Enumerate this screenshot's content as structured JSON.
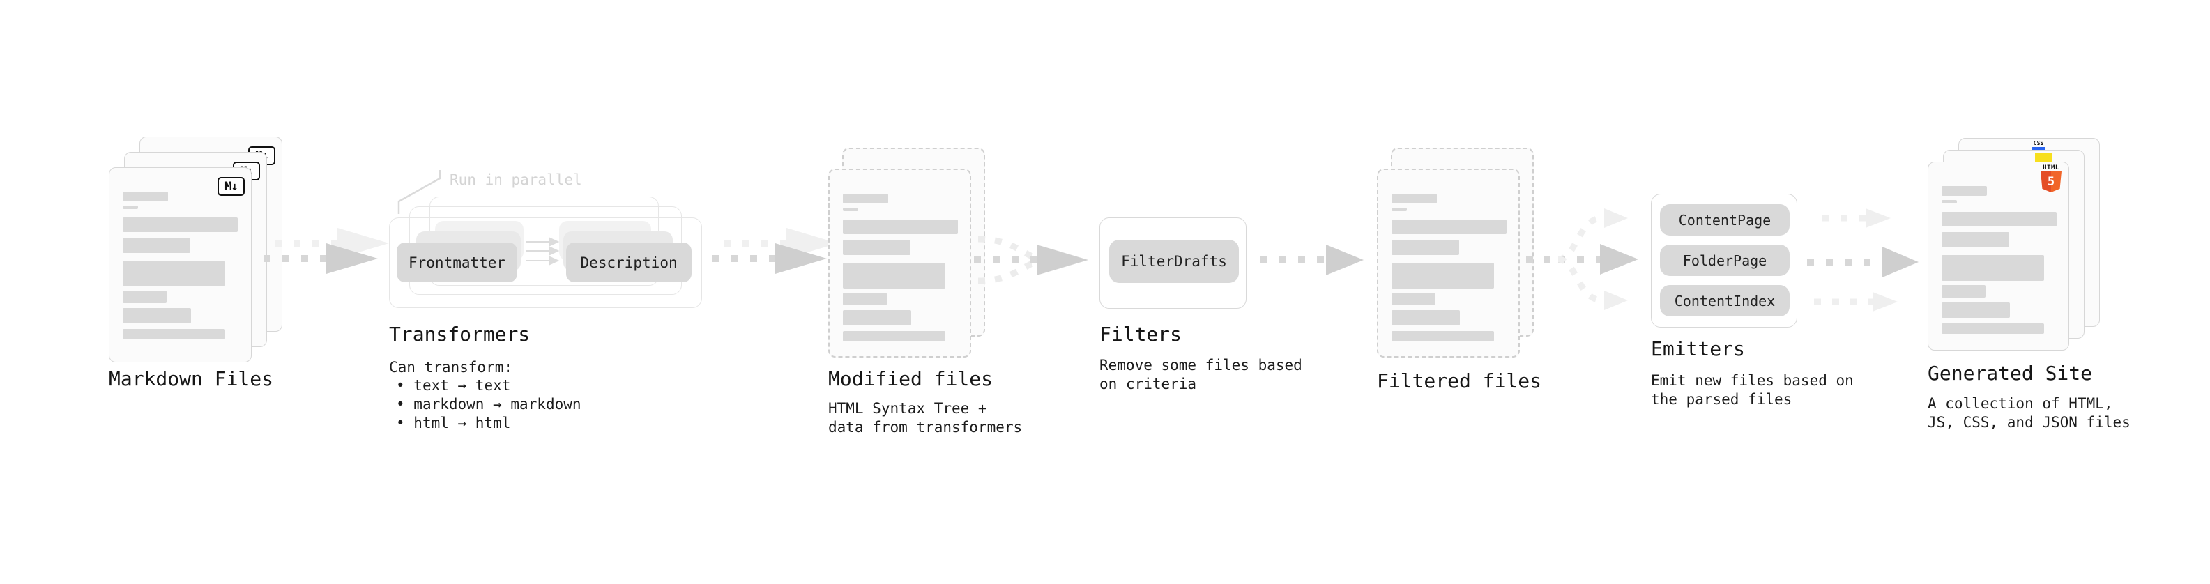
{
  "markdown": {
    "label": "Markdown Files",
    "badge": "M↓"
  },
  "transformers": {
    "annotation": "Run in parallel",
    "box1": "Frontmatter",
    "box2": "Description",
    "label": "Transformers",
    "desc_title": "Can transform:",
    "bullets": [
      "text → text",
      "markdown → markdown",
      "html → html"
    ]
  },
  "modified": {
    "label": "Modified files",
    "desc": [
      "HTML Syntax Tree +",
      "data from transformers"
    ]
  },
  "filters": {
    "label": "Filters",
    "box": "FilterDrafts",
    "desc": [
      "Remove some files based",
      "on criteria"
    ]
  },
  "filtered": {
    "label": "Filtered files"
  },
  "emitters": {
    "label": "Emitters",
    "boxes": [
      "ContentPage",
      "FolderPage",
      "ContentIndex"
    ],
    "desc": [
      "Emit new files based on",
      "the parsed files"
    ]
  },
  "generated": {
    "label": "Generated Site",
    "desc": [
      "A collection of HTML,",
      "JS, CSS, and JSON files"
    ],
    "css_badge": "CSS",
    "html_badge": "HTML",
    "html5_number": "5"
  },
  "colors": {
    "js_yellow": "#f7df1e",
    "css_blue": "#2965f1",
    "html5_orange": "#e44d26",
    "card_border": "#d7d7d7",
    "chip_gray": "#d9d9d9",
    "arrow_dark": "#cfcfcf",
    "arrow_light": "#efefef"
  }
}
